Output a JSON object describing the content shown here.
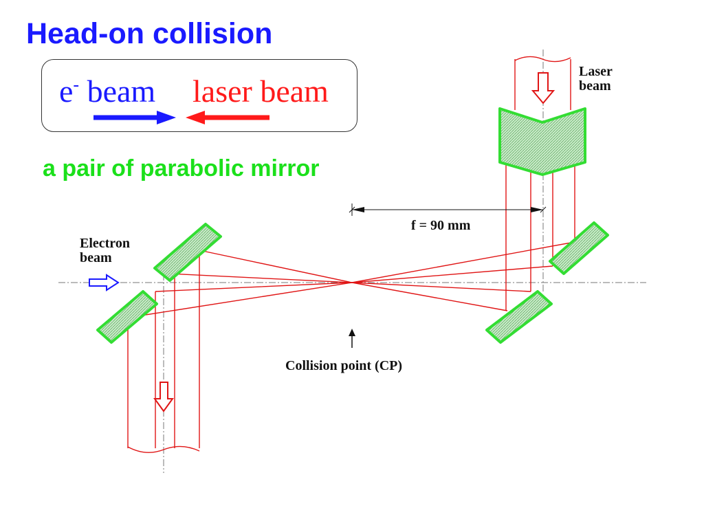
{
  "title": "Head-on collision",
  "legend": {
    "electron_prefix": "e",
    "electron_superscript": "-",
    "electron_suffix": " beam",
    "laser_label": "laser beam",
    "electron_color": "#1a1aff",
    "laser_color": "#ff1a1a"
  },
  "subtitle": "a pair of parabolic mirror",
  "diagram": {
    "laser_beam_label": "Laser\nbeam",
    "electron_beam_label": "Electron\nbeam",
    "focal_length_label": "f = 90 mm",
    "collision_point_label": "Collision point (CP)",
    "mirror_color": "#33dd33",
    "ray_color": "#e01515"
  }
}
